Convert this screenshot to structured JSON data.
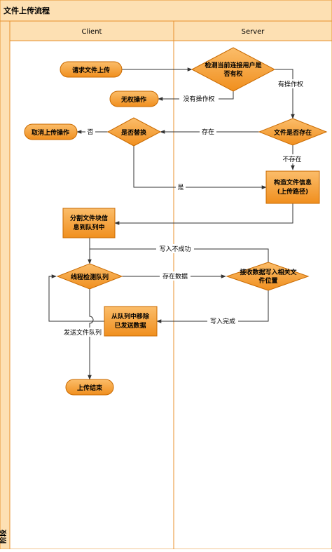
{
  "title": "文件上传流程",
  "lanes": {
    "client": "Client",
    "server": "Server",
    "phase": "阶段"
  },
  "nodes": {
    "request_upload": "请求文件上传",
    "check_permission": [
      "检测当前连接用户是",
      "否有权"
    ],
    "no_permission_op": "无权操作",
    "file_exists": "文件是否存在",
    "is_replace": "是否替换",
    "cancel_upload": "取消上传操作",
    "build_file_info": [
      "构造文件信息",
      "(上传路径)"
    ],
    "split_blocks": [
      "分割文件块信",
      "息到队列中"
    ],
    "thread_check_queue": "线程检测队列",
    "receive_write": [
      "接收数据写入相关文",
      "件位置"
    ],
    "remove_from_queue": [
      "从队列中移除",
      "已发送数据"
    ],
    "upload_end": "上传结束"
  },
  "edges": {
    "no_permission": "没有操作权",
    "has_permission": "有操作权",
    "exists": "存在",
    "not_exists": "不存在",
    "no": "否",
    "yes": "是",
    "write_failed": "写入不成功",
    "has_data": "存在数据",
    "write_done": "写入完成",
    "send_queue": "发送文件队列"
  },
  "colors": {
    "lane_fill": "#fde0b3",
    "lane_border": "#e8912e",
    "node_fill": "#f6a33f",
    "node_border": "#c96a00",
    "line": "#333333"
  }
}
